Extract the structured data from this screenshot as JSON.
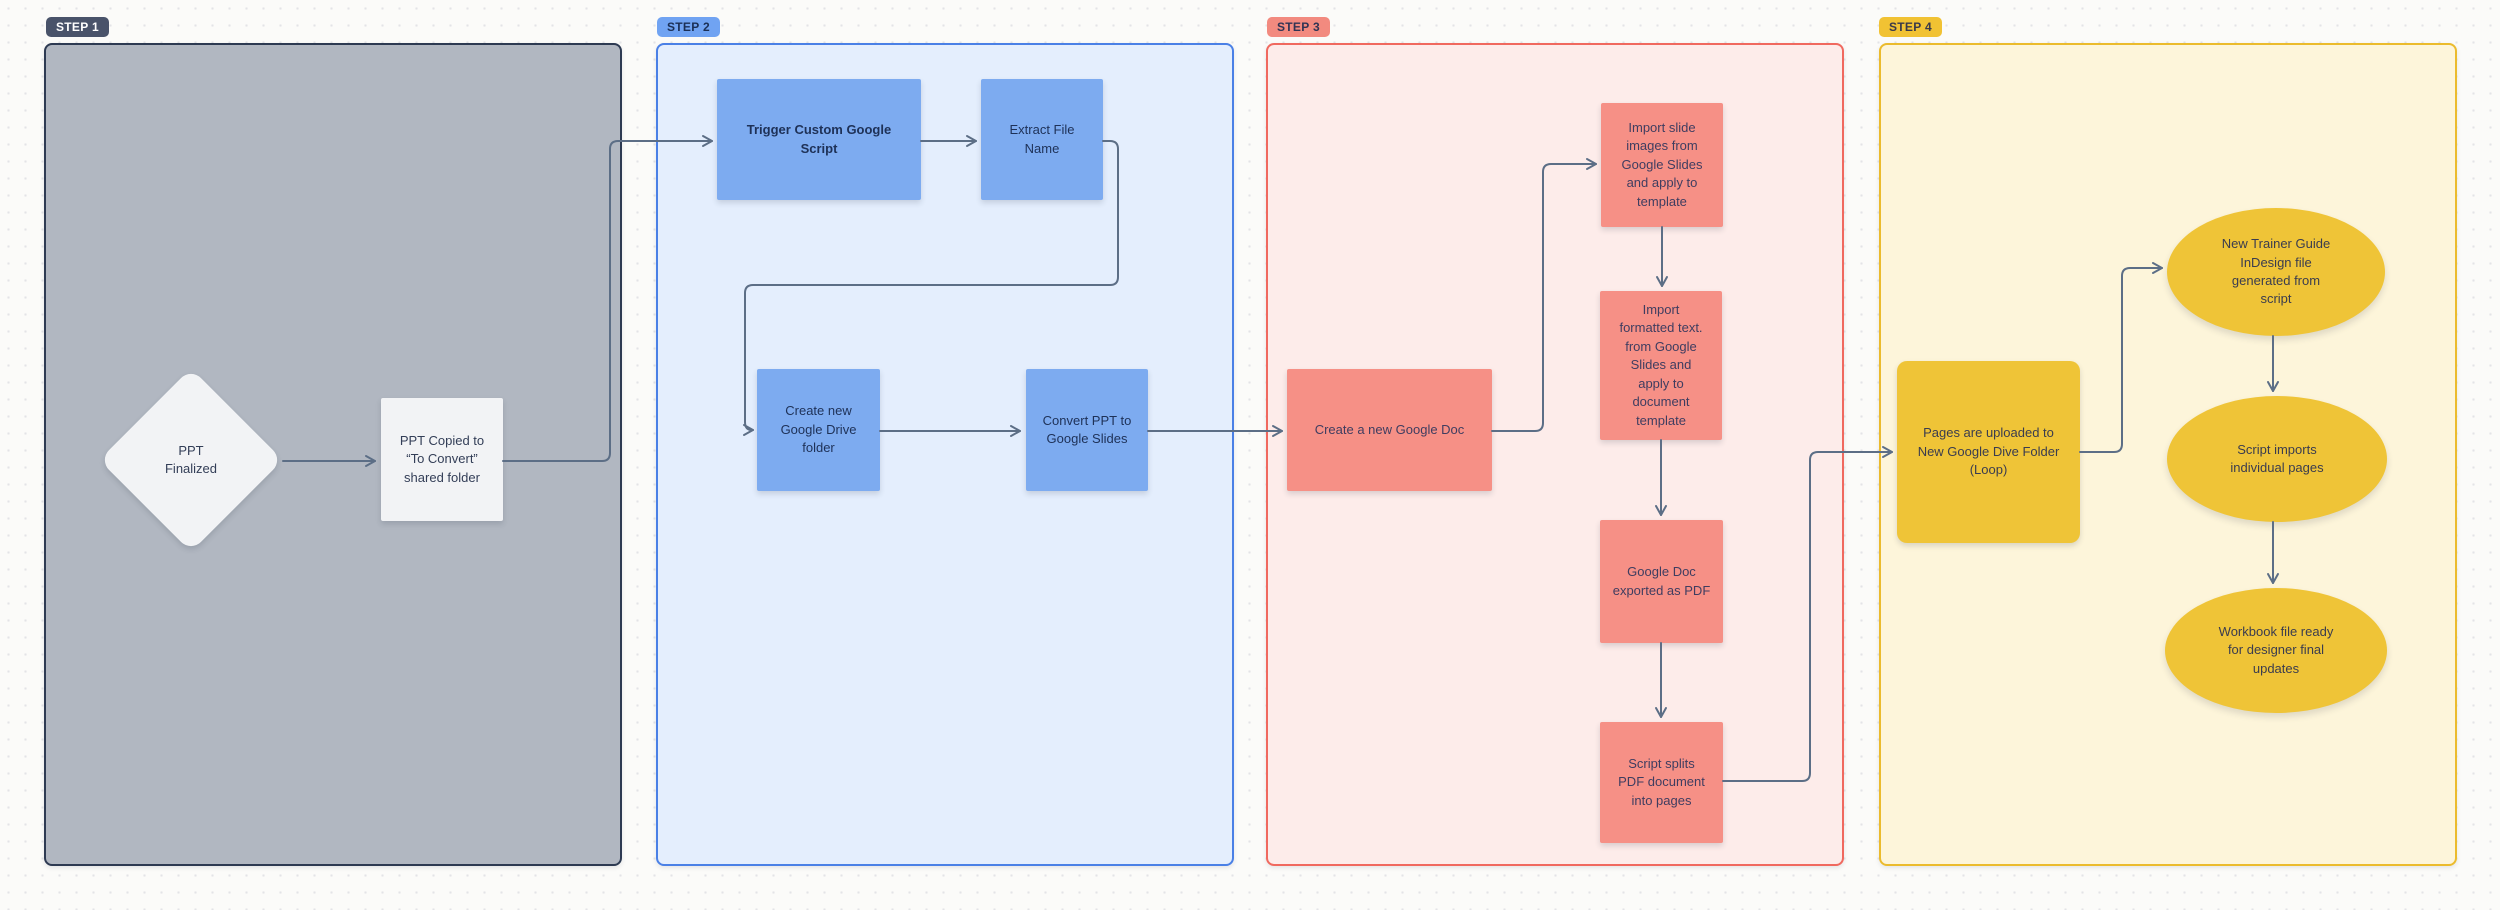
{
  "palette": {
    "canvas_bg": "#fbfbf9",
    "connector": "#5c6e86",
    "step1_accent": "#49536a",
    "step2_accent": "#4a80e6",
    "step3_accent": "#f0695f",
    "step4_accent": "#ebbb2d"
  },
  "steps": [
    {
      "badge": "STEP 1",
      "nodes": [
        {
          "label": "PPT\nFinalized"
        },
        {
          "label": "PPT Copied to\n“To Convert”\nshared folder"
        }
      ]
    },
    {
      "badge": "STEP 2",
      "nodes": [
        {
          "label": "Trigger Custom Google\nScript"
        },
        {
          "label": "Extract File\nName"
        },
        {
          "label": "Create new\nGoogle Drive\nfolder"
        },
        {
          "label": "Convert PPT to\nGoogle Slides"
        }
      ]
    },
    {
      "badge": "STEP 3",
      "nodes": [
        {
          "label": "Create a new Google Doc"
        },
        {
          "label": "Import slide\nimages from\nGoogle Slides\nand apply to\ntemplate"
        },
        {
          "label": "Import\nformatted text.\nfrom Google\nSlides and\napply to\ndocument\ntemplate"
        },
        {
          "label": "Google Doc\nexported as PDF"
        },
        {
          "label": "Script splits\nPDF document\ninto pages"
        }
      ]
    },
    {
      "badge": "STEP 4",
      "nodes": [
        {
          "label": "Pages are uploaded to\nNew Google Dive Folder\n(Loop)"
        },
        {
          "label": "New Trainer Guide\nInDesign file\ngenerated from\nscript"
        },
        {
          "label": "Script imports\nindividual pages"
        },
        {
          "label": "Workbook file ready\nfor designer final\nupdates"
        }
      ]
    }
  ]
}
